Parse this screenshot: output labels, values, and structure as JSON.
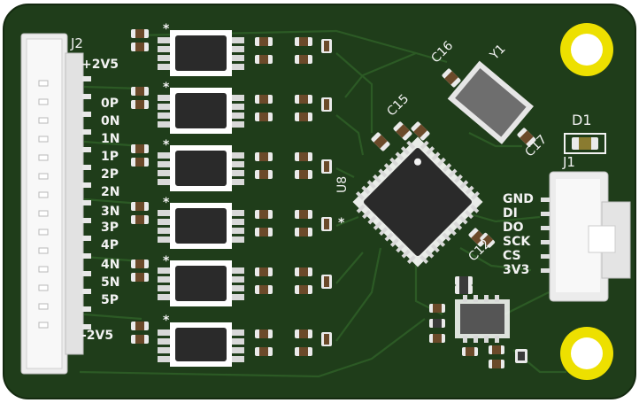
{
  "board": {
    "colors": {
      "solder_mask": "#1f3d1a",
      "copper_trace": "#2c5a25",
      "silkscreen": "#f2f2f2",
      "pad_gold": "#ede000",
      "ic_body": "#2a2a2a",
      "connector_body": "#ececec"
    }
  },
  "refs": {
    "j2": "J2",
    "j1": "J1",
    "u8": "U8",
    "y1": "Y1",
    "d1": "D1",
    "c15": "C15",
    "c16": "C16",
    "c17": "C17",
    "c12": "C12"
  },
  "j2_pins": [
    "+2V5",
    "0P",
    "0N",
    "1N",
    "1P",
    "2P",
    "2N",
    "3N",
    "3P",
    "4P",
    "4N",
    "5N",
    "5P",
    "-2V5"
  ],
  "j1_pins": [
    "GND",
    "DI",
    "DO",
    "SCK",
    "CS",
    "3V3"
  ],
  "markers": {
    "pin1": "*"
  }
}
